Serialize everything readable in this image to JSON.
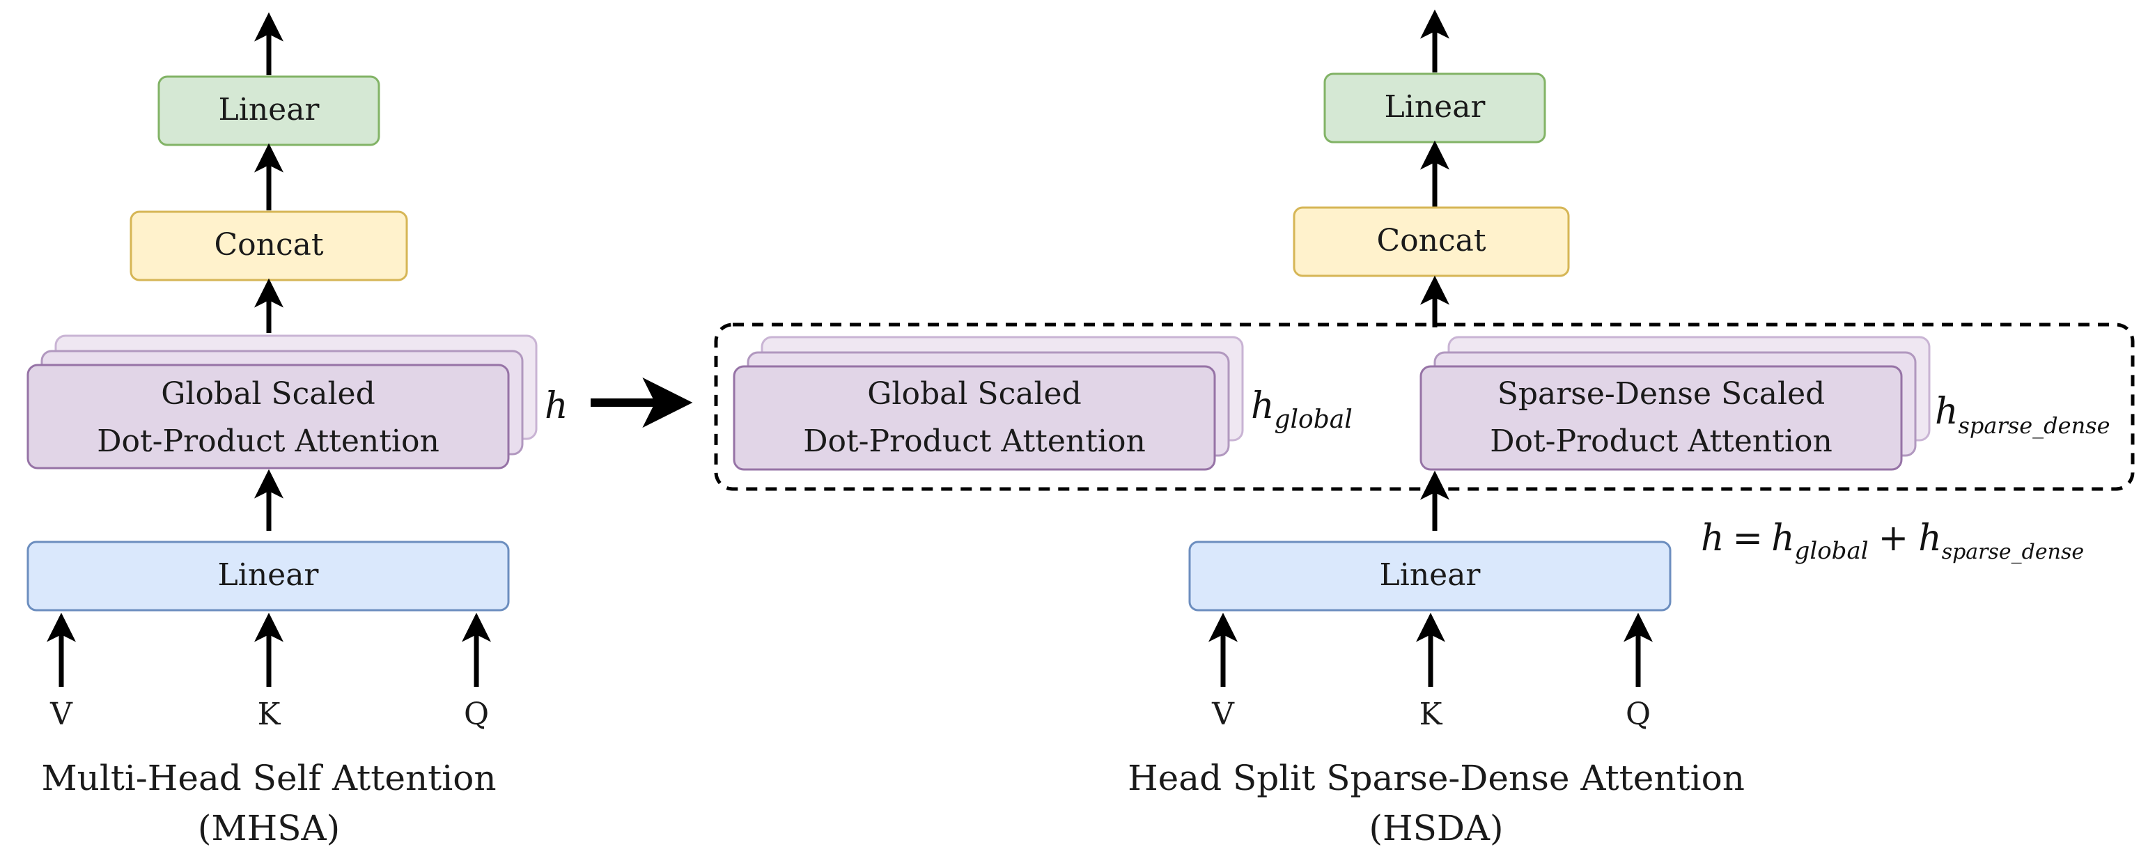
{
  "mhsa": {
    "top_linear": "Linear",
    "concat": "Concat",
    "attention_line1": "Global Scaled",
    "attention_line2": "Dot-Product Attention",
    "heads_label": "h",
    "input_linear": "Linear",
    "inputs": [
      "V",
      "K",
      "Q"
    ],
    "caption_line1": "Multi-Head Self Attention",
    "caption_line2": "(MHSA)"
  },
  "hsda": {
    "top_linear": "Linear",
    "concat": "Concat",
    "global_line1": "Global Scaled",
    "global_line2": "Dot-Product Attention",
    "global_heads_base": "h",
    "global_heads_sub": "global",
    "sparse_line1": "Sparse-Dense Scaled",
    "sparse_line2": "Dot-Product Attention",
    "sparse_heads_base": "h",
    "sparse_heads_sub": "sparse_dense",
    "equation": {
      "lhs": "h",
      "equals": "=",
      "t1_base": "h",
      "t1_sub": "global",
      "plus": "+",
      "t2_base": "h",
      "t2_sub": "sparse_dense"
    },
    "input_linear": "Linear",
    "inputs": [
      "V",
      "K",
      "Q"
    ],
    "caption_line1": "Head Split Sparse-Dense Attention",
    "caption_line2": "(HSDA)"
  },
  "colors": {
    "linear_top_fill": "#d5e8d4",
    "linear_top_stroke": "#82b366",
    "concat_fill": "#fff2cc",
    "concat_stroke": "#d6b656",
    "attention_fill": "#e1d5e7",
    "attention_stroke": "#9673a6",
    "linear_in_fill": "#dae8fc",
    "linear_in_stroke": "#6c8ebf"
  }
}
